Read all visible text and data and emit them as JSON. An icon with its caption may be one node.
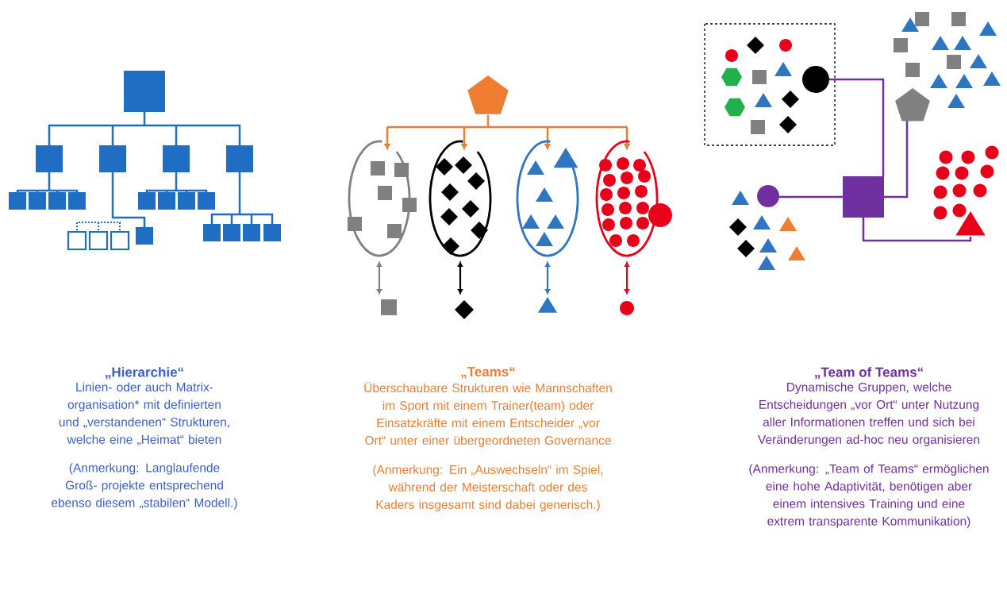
{
  "diagram": {
    "labels": [
      "„Hierarchie“",
      "Linien- oder auch Matrix- organisation* mit definierten und „verstandenen“ Strukturen, welche eine  „Heimat“ bieten",
      "(Anmerkung: Langlaufende Groß- projekte entsprechend ebenso diesem „stabilen“ Modell.)",
      "„Teams“",
      "Überschaubare Strukturen wie Mannschaften im Sport mit einem Trainer(team) oder Einsatzkräfte mit einem Entscheider „vor Ort“ unter einer übergeordneten Governance",
      "(Anmerkung: Ein „Auswechseln“ im Spiel, während der Meisterschaft oder des Kaders insgesamt sind dabei generisch.)",
      "„Team of Teams“",
      "Dynamische Gruppen, welche Entscheidungen „vor Ort“ unter Nutzung aller Informationen treffen und sich bei Veränderungen ad-hoc neu organisieren",
      "(Anmerkung: „Team of Teams“ ermöglichen eine hohe Adaptivität, benötigen aber einem intensives Training und eine extrem transparente Kommunikation)"
    ]
  }
}
